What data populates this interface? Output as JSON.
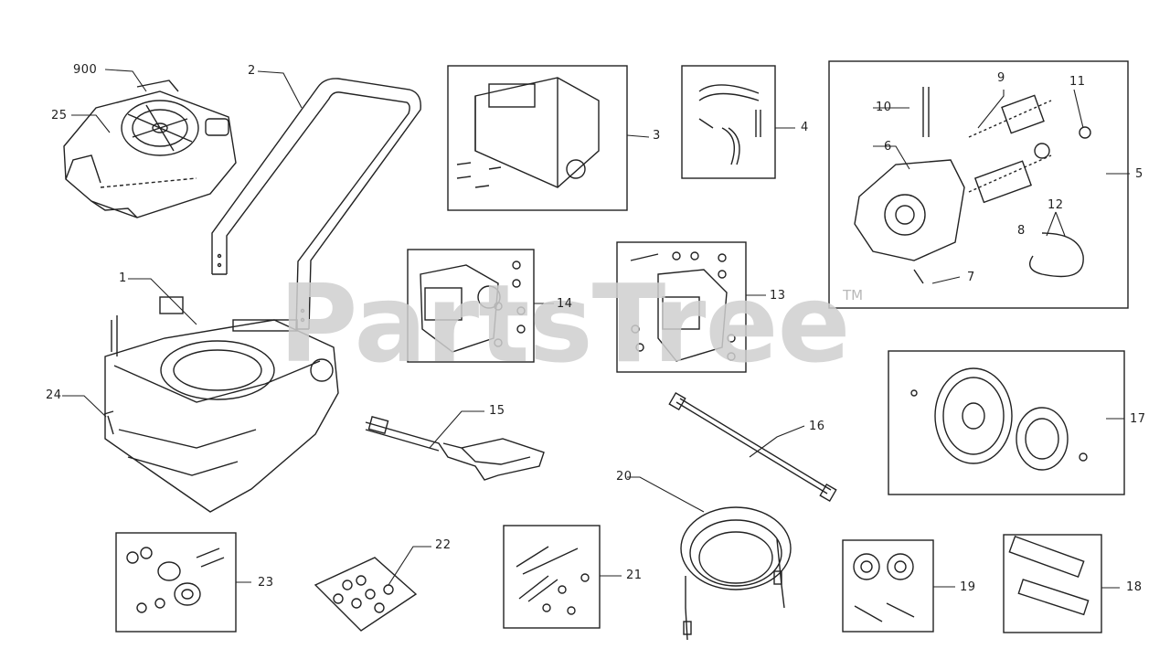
{
  "watermark": {
    "text": "PartsTree",
    "tm": "TM"
  },
  "callouts": {
    "c900": "900",
    "c25": "25",
    "c2": "2",
    "c3": "3",
    "c4": "4",
    "c5": "5",
    "c6": "6",
    "c7": "7",
    "c8": "8",
    "c9": "9",
    "c10": "10",
    "c11": "11",
    "c12": "12",
    "c1": "1",
    "c13": "13",
    "c14": "14",
    "c15": "15",
    "c16": "16",
    "c17": "17",
    "c18": "18",
    "c19": "19",
    "c20": "20",
    "c21": "21",
    "c22": "22",
    "c23": "23",
    "c24": "24"
  }
}
